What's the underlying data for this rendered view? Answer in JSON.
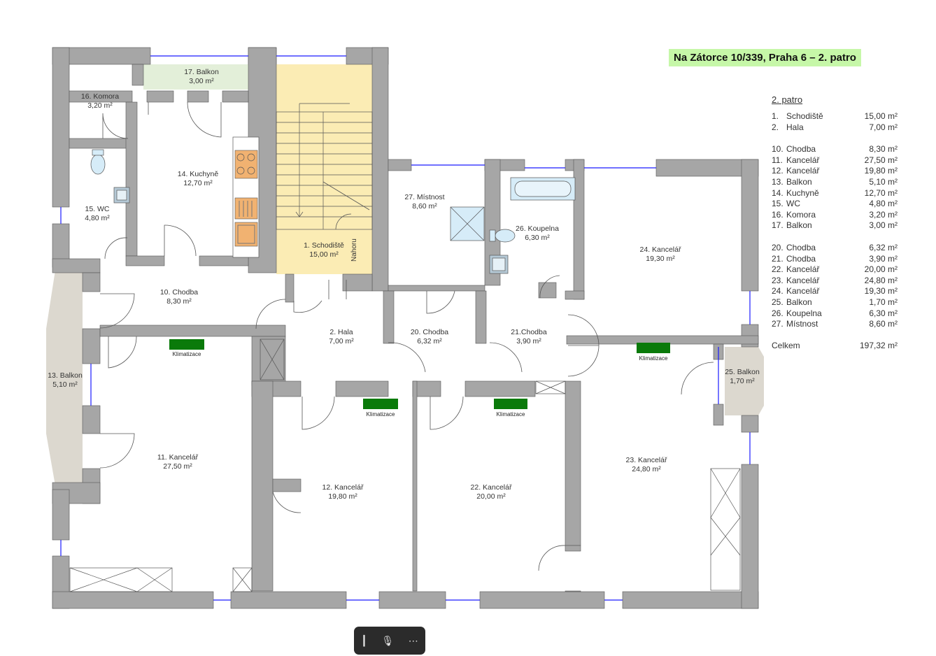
{
  "title": "Na Zátorce 10/339, Praha 6 – 2. patro",
  "rooms": [
    {
      "id": "r17",
      "name": "17. Balkon",
      "area": "3,00 m²"
    },
    {
      "id": "r16",
      "name": "16. Komora",
      "area": "3,20 m²"
    },
    {
      "id": "r14",
      "name": "14. Kuchyně",
      "area": "12,70 m²"
    },
    {
      "id": "r15",
      "name": "15. WC",
      "area": "4,80 m²"
    },
    {
      "id": "r1",
      "name": "1. Schodiště",
      "area": "15,00 m²"
    },
    {
      "id": "r27",
      "name": "27. Místnost",
      "area": "8,60 m²"
    },
    {
      "id": "r26",
      "name": "26. Koupelna",
      "area": "6,30 m²"
    },
    {
      "id": "r24",
      "name": "24. Kancelář",
      "area": "19,30 m²"
    },
    {
      "id": "r10",
      "name": "10. Chodba",
      "area": "8,30 m²"
    },
    {
      "id": "r2",
      "name": "2. Hala",
      "area": "7,00 m²"
    },
    {
      "id": "r20",
      "name": "20. Chodba",
      "area": "6,32 m²"
    },
    {
      "id": "r21",
      "name": "21.Chodba",
      "area": "3,90 m²"
    },
    {
      "id": "r13",
      "name": "13. Balkon",
      "area": "5,10 m²"
    },
    {
      "id": "r25",
      "name": "25. Balkon",
      "area": "1,70 m²"
    },
    {
      "id": "r11",
      "name": "11. Kancelář",
      "area": "27,50 m²"
    },
    {
      "id": "r12",
      "name": "12. Kancelář",
      "area": "19,80 m²"
    },
    {
      "id": "r22",
      "name": "22. Kancelář",
      "area": "20,00 m²"
    },
    {
      "id": "r23",
      "name": "23. Kancelář",
      "area": "24,80 m²"
    }
  ],
  "stairs_label": "Nahoru",
  "klima_label": "Klimatizace",
  "legend": {
    "heading": "2. patro",
    "groups": [
      [
        {
          "no": "1.",
          "name": "Schodiště",
          "area": "15,00 m²"
        },
        {
          "no": "2.",
          "name": "Hala",
          "area": "7,00 m²"
        }
      ],
      [
        {
          "no": "10.",
          "name": "Chodba",
          "area": "8,30 m²"
        },
        {
          "no": "11.",
          "name": "Kancelář",
          "area": "27,50 m²"
        },
        {
          "no": "12.",
          "name": "Kancelář",
          "area": "19,80 m²"
        },
        {
          "no": "13.",
          "name": "Balkon",
          "area": "5,10 m²"
        },
        {
          "no": "14.",
          "name": "Kuchyně",
          "area": "12,70 m²"
        },
        {
          "no": "15.",
          "name": "WC",
          "area": "4,80 m²"
        },
        {
          "no": "16.",
          "name": "Komora",
          "area": "3,20 m²"
        },
        {
          "no": "17.",
          "name": "Balkon",
          "area": "3,00 m²"
        }
      ],
      [
        {
          "no": "20.",
          "name": "Chodba",
          "area": "6,32 m²"
        },
        {
          "no": "21.",
          "name": "Chodba",
          "area": "3,90 m²"
        },
        {
          "no": "22.",
          "name": "Kancelář",
          "area": "20,00 m²"
        },
        {
          "no": "23.",
          "name": "Kancelář",
          "area": "24,80 m²"
        },
        {
          "no": "24.",
          "name": "Kancelář",
          "area": "19,30 m²"
        },
        {
          "no": "25.",
          "name": "Balkon",
          "area": "1,70 m²"
        },
        {
          "no": "26.",
          "name": "Koupelna",
          "area": "6,30 m²"
        },
        {
          "no": "27.",
          "name": "Místnost",
          "area": "8,60 m²"
        }
      ]
    ],
    "total_label": "Celkem",
    "total_area": "197,32 m²"
  },
  "toolbar": {
    "cursor_icon": "text-cursor-icon",
    "mic_icon": "microphone-icon",
    "more_icon": "more-options-icon"
  },
  "colors": {
    "wall": "#a6a6a6",
    "stairs": "#fbecb4",
    "balcony_top": "#e3efd9",
    "balcony": "#dcd8cf",
    "klima": "#0a7a0a",
    "window": "#1a1aff",
    "title_bg": "#c6f7a8"
  }
}
